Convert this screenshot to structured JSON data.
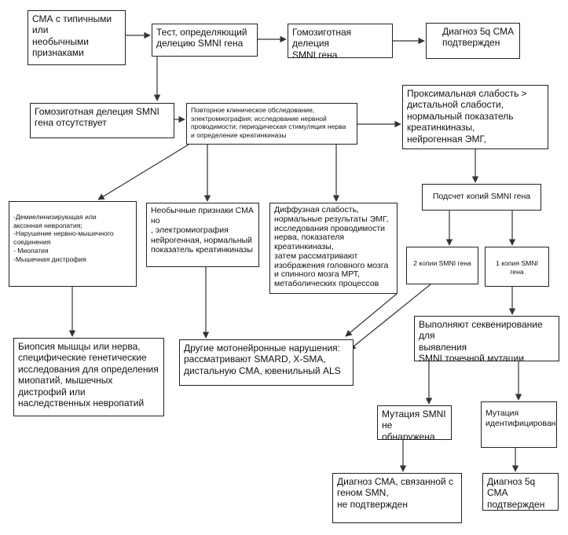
{
  "nodes": {
    "start": "СМА с типичными\nили\nнеобычными\nпризнаками",
    "test": "Тест, определяющий\nделецию SMNI гена",
    "homo_del": "Гомозиготная делеция\nSMNI гена",
    "diag_5q_top": "Диагноз 5q СМА\nподтвержден",
    "homo_absent": "Гомозиготная делеция SMNI\nгена отсутствует",
    "reexam": "Повторное клиническое обследование,\nэлектромиография; исследование нервной\nпроводимости; периодическая стимуляция нерва\nи определение креатинкиназы",
    "proximal": "Проксимальная слабость >\nдистальной слабости,\nнормальный показатель\nкреатинкиназы,\nнейрогенная ЭМГ,",
    "demyel": "-Демиелинизирующая или\nаксонная невропатия;\n-Нарушение нервно-мышечного\nсоединения\n- Миопатия\n-Мышечная дистрофия",
    "unusual": "Необычные признаки СМА\nно\n, электромиография\nнейрогенная, нормальный\nпоказатель креатинкиназы",
    "diffuse": "Диффузная слабость,\nнормальные результаты ЭМГ,\nисследования проводимости\nнерва, показателя\nкреатинкиназы,\nзатем рассматривают\nизображения головного мозга\nи спинного мозга МРТ,\nметаболических процессов",
    "copy_count": "Подсчет копий SMNI гена",
    "two_copies": "2 копии SMNI гена",
    "one_copy": "1 копия SMNI гена",
    "biopsy": "Биопсия мышцы или нерва,\nспецифические генетические\nисследования для определения\nмиопатий, мышечных\nдистрофий или\nнаследственных невропатий",
    "other_mn": "Другие мотонейронные нарушения:\nрассматривают SMARD, X-SMA,\nдистальную СМА, ювенильный ALS",
    "sequencing": "Выполняют секвенирование для\nвыявления\nSMNI точечной мутации",
    "not_found": "Мутация SMNI\nне обнаружена",
    "identified": "Мутация\nидентифицирована",
    "not_confirmed": "Диагноз СМА, связанной с\nгеном SMN,\nне подтвержден",
    "diag_5q_bottom": "Диагноз 5q СМА\nподтвержден"
  }
}
